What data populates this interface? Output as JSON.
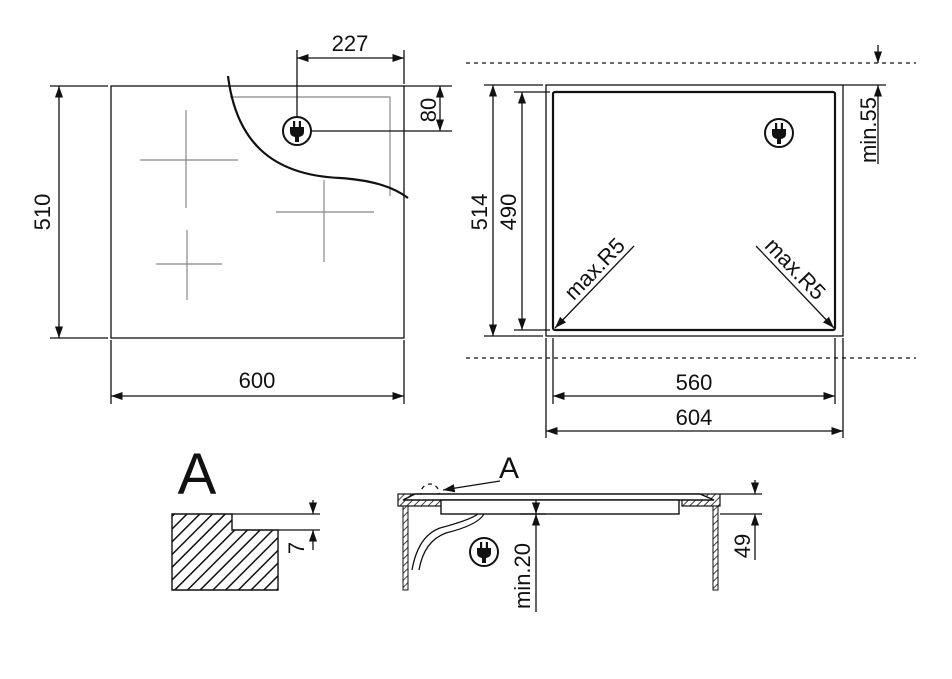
{
  "dimensions": {
    "hob_width": "600",
    "hob_depth": "510",
    "plug_offset_x": "227",
    "plug_offset_y": "80",
    "cutout_width_inner": "560",
    "cutout_width_outer": "604",
    "cutout_depth_outer": "514",
    "cutout_depth_inner": "490",
    "radius_left": "max.R5",
    "radius_right": "max.R5",
    "min_back_clearance": "min.55",
    "detail_label": "A",
    "section_label": "A",
    "detail_height": "7",
    "min_under_clearance": "min.20",
    "total_height": "49"
  },
  "icons": [
    "plug-icon",
    "plug-icon",
    "plug-icon"
  ],
  "colors": {
    "line": "#111111",
    "outline": "#888888"
  }
}
